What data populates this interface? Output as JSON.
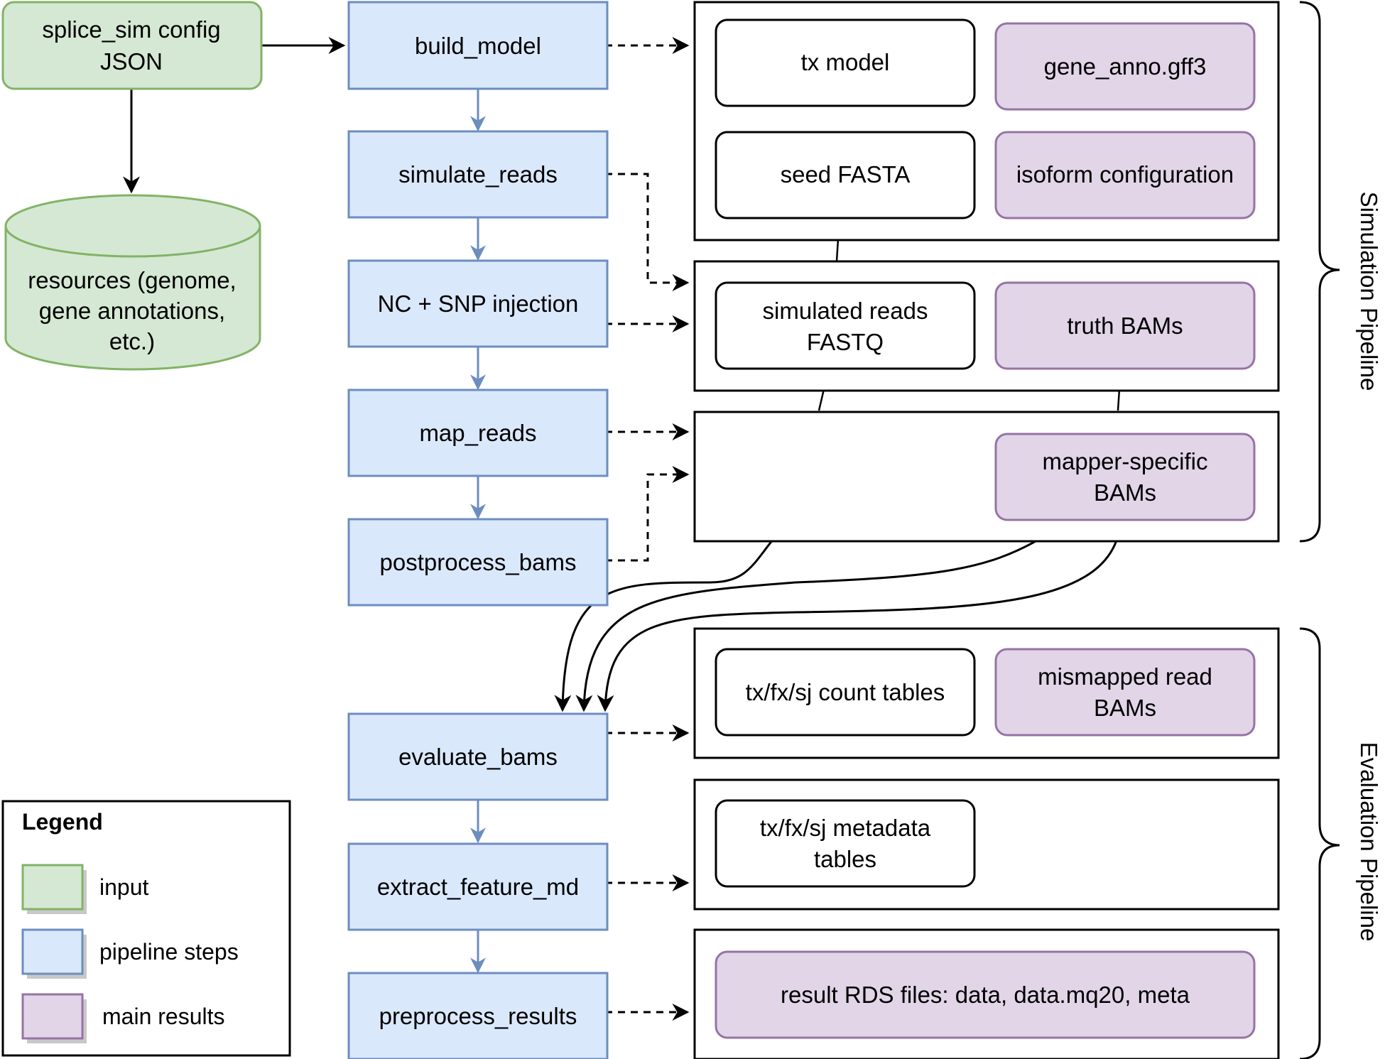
{
  "colors": {
    "input_fill": "#d5e8d4",
    "input_stroke": "#82b366",
    "step_fill": "#dae8fc",
    "step_stroke": "#6c8ebf",
    "result_fill": "#e1d5e7",
    "result_stroke": "#9673a6",
    "line": "#000000"
  },
  "input": {
    "config_line1": "splice_sim config",
    "config_line2": "JSON",
    "resources_line1": "resources (genome,",
    "resources_line2": "gene annotations,",
    "resources_line3": "etc.)"
  },
  "steps": {
    "build_model": "build_model",
    "simulate_reads": "simulate_reads",
    "nc_snp": "NC + SNP injection",
    "map_reads": "map_reads",
    "postprocess_bams": "postprocess_bams",
    "evaluate_bams": "evaluate_bams",
    "extract_feature_md": "extract_feature_md",
    "preprocess_results": "preprocess_results"
  },
  "outputs": {
    "tx_model": "tx model",
    "gene_anno": "gene_anno.gff3",
    "seed_fasta": "seed FASTA",
    "isoform_config": "isoform configuration",
    "sim_reads_line1": "simulated reads",
    "sim_reads_line2": "FASTQ",
    "truth_bams": "truth BAMs",
    "mapper_bams_line1": "mapper-specific",
    "mapper_bams_line2": "BAMs",
    "count_tables": "tx/fx/sj count tables",
    "mismapped_line1": "mismapped read",
    "mismapped_line2": "BAMs",
    "metadata_line1": "tx/fx/sj metadata",
    "metadata_line2": "tables",
    "result_rds": "result RDS files: data, data.mq20, meta"
  },
  "brackets": {
    "simulation": "Simulation Pipeline",
    "evaluation": "Evaluation Pipeline"
  },
  "legend": {
    "title": "Legend",
    "input": "input",
    "pipeline_steps": "pipeline steps",
    "main_results": "main results"
  }
}
